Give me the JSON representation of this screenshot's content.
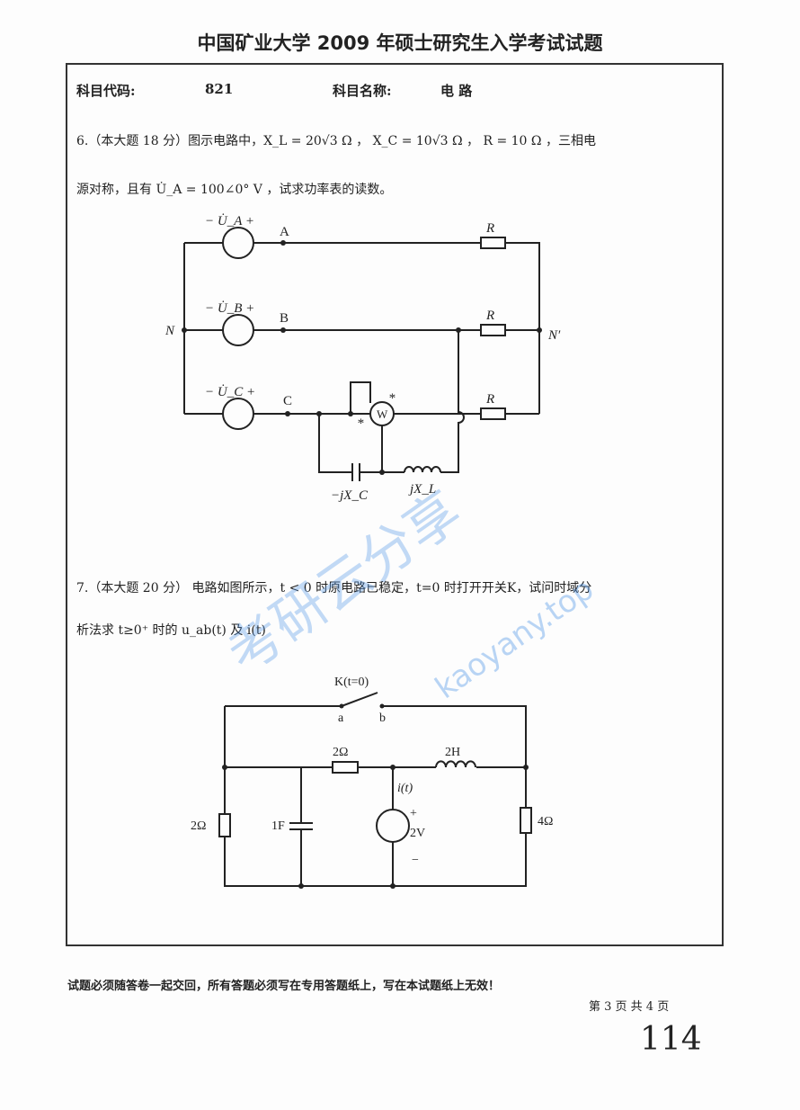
{
  "header": {
    "title": "中国矿业大学 2009 年硕士研究生入学考试试题"
  },
  "subject": {
    "code_label": "科目代码:",
    "code": "821",
    "name_label": "科目名称:",
    "name": "电 路"
  },
  "q6": {
    "line1": "6.（本大题 18 分）图示电路中，X_L = 20√3 Ω ， X_C = 10√3 Ω ， R = 10 Ω ，三相电",
    "line2": "源对称，且有 U̇_A = 100∠0° V ，试求功率表的读数。",
    "labels": {
      "ua": "− U̇_A +",
      "ub": "− U̇_B +",
      "uc": "− U̇_C +",
      "a": "A",
      "b": "B",
      "c": "C",
      "n": "N",
      "n2": "N′",
      "r": "R",
      "w": "W",
      "xc": "−jX_C",
      "xl": "jX_L",
      "star": "*"
    }
  },
  "q7": {
    "line1": "7.（本大题 20 分） 电路如图所示，t < 0 时原电路已稳定，t=0 时打开开关K，试问时域分",
    "line2": "析法求 t≥0⁺ 时的 u_ab(t) 及 i(t)",
    "labels": {
      "switch": "K(t=0)",
      "a": "a",
      "b": "b",
      "r_mid": "2Ω",
      "l": "2H",
      "r_left": "2Ω",
      "c": "1F",
      "i": "i(t)",
      "plus": "+",
      "v": "2V",
      "minus": "−",
      "r_right": "4Ω"
    }
  },
  "watermark": {
    "cn": "考研云分享",
    "url": "kaoyany.top"
  },
  "footer": {
    "notice": "试题必须随答卷一起交回，所有答题必须写在专用答题纸上，写在本试题纸上无效！",
    "page": "第 3 页 共 4 页",
    "handwritten": "114"
  }
}
